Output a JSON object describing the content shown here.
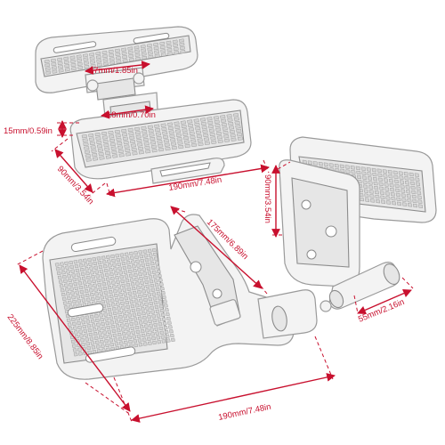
{
  "dimensions": {
    "top_width": "47mm/1.85in",
    "bracket_width": "18mm/0.70in",
    "thickness": "15mm/0.59in",
    "depth_small": "90mm/3.54in",
    "length_small": "190mm/7.48in",
    "height_right": "90mm/3.54in",
    "arm_length": "175mm/6.89in",
    "pin_length": "55mm/2.16in",
    "depth_large": "225mm/8.85in",
    "length_large": "190mm/7.48in"
  },
  "colors": {
    "dimension": "#c8102e",
    "outline": "#9a9a9a",
    "fill": "#f3f3f3"
  }
}
